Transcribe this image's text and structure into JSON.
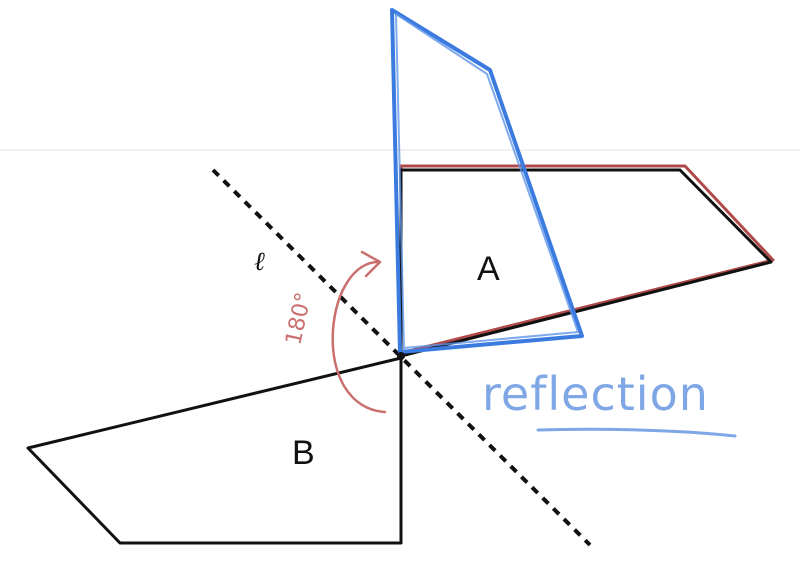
{
  "figure": {
    "shape_a_label": "A",
    "shape_b_label": "B",
    "line_label": "ℓ",
    "rotation_annotation": "180°",
    "handwritten_note": "reflection"
  },
  "colors": {
    "ink": "#111111",
    "rotation": "#c9706e",
    "rotation_outline": "#b04a4a",
    "reflection": "#3b7be0",
    "note": "#7fa7e6",
    "background": "#ffffff"
  }
}
